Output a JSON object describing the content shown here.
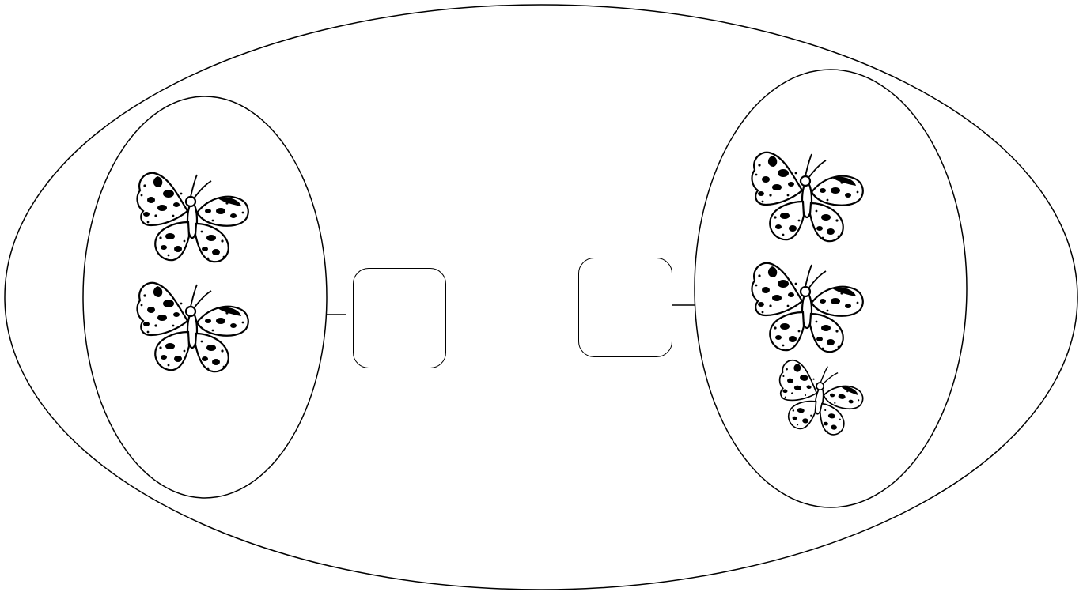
{
  "diagram": {
    "kind": "whole-part-number-bond",
    "object_icon": "butterfly-icon",
    "left_part": {
      "count": 2,
      "answer": ""
    },
    "right_part": {
      "count": 3,
      "answer": ""
    },
    "colors": {
      "stroke": "#000000",
      "background": "#ffffff"
    }
  }
}
